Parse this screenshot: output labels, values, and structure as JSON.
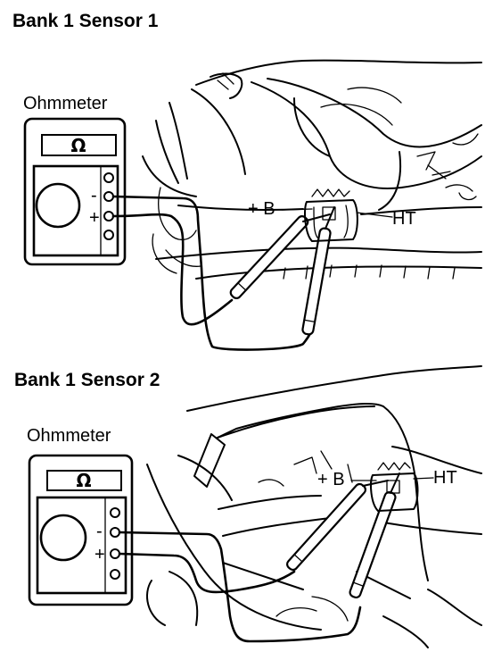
{
  "diagrams": [
    {
      "title": "Bank 1 Sensor 1",
      "meter_label": "Ohmmeter",
      "meter_symbol": "Ω",
      "minus_sign": "-",
      "plus_sign": "+",
      "terminal_plus_b": "+ B",
      "terminal_ht": "HT"
    },
    {
      "title": "Bank 1 Sensor 2",
      "meter_label": "Ohmmeter",
      "meter_symbol": "Ω",
      "minus_sign": "-",
      "plus_sign": "+",
      "terminal_plus_b": "+ B",
      "terminal_ht": "HT"
    }
  ],
  "icons": [
    "ohmmeter-icon",
    "oxygen-sensor-connector-icon",
    "test-probe-icon"
  ]
}
